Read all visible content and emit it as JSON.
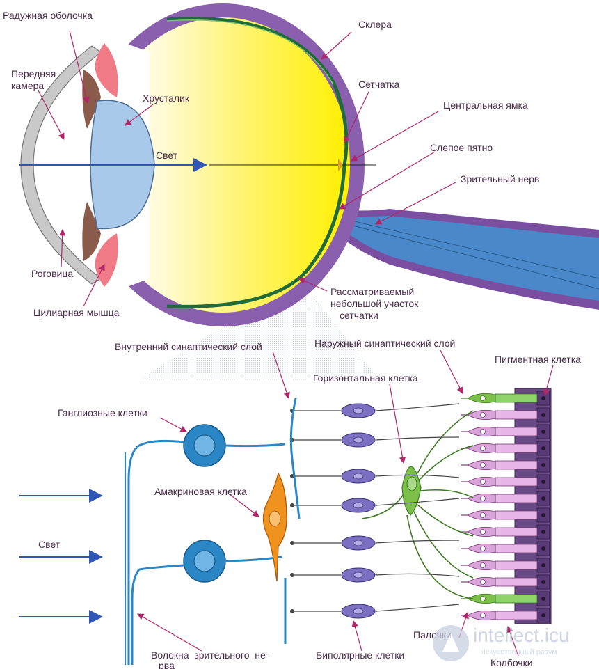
{
  "eye": {
    "iris": "Радужная оболочка",
    "anterior_chamber": [
      "Передняя",
      "камера"
    ],
    "lens": "Хрусталик",
    "light": "Свет",
    "cornea": "Роговица",
    "ciliary_muscle": "Цилиарная мышца",
    "sclera": "Склера",
    "retina": "Сетчатка",
    "fovea": "Центральная ямка",
    "blind_spot": "Слепое пятно",
    "optic_nerve": "Зрительный нерв",
    "region": [
      "Рассматриваемый",
      "небольшой участок",
      "сетчатки"
    ]
  },
  "retina": {
    "inner_layer": "Внутренний синаптический слой",
    "outer_layer": "Наружный синаптический слой",
    "pigment_cell": "Пигментная клетка",
    "horizontal_cell": "Горизонтальная клетка",
    "ganglion_cells": "Ганглиозные клетки",
    "amacrine_cell": "Амакриновая клетка",
    "light": "Свет",
    "nerve_fibers": [
      "Волокна  зрительного  не-",
      "рва"
    ],
    "bipolar_cells": "Биполярные клетки",
    "rods": "Палочки",
    "cones": "Колбочки"
  },
  "watermark": {
    "brand": "intellect.icu",
    "tagline": "Искусственный разум"
  },
  "colors": {
    "sclera": "#8a5fae",
    "vitreous": "#fff200",
    "retina": "#1f6b3a",
    "lens": "#a9c9ea",
    "neuron_blue": "#2a86c4",
    "bipolar": "#7a6fc0",
    "amacrine": "#f0921e",
    "horizontal": "#7cc04a",
    "photoreceptor": "#d8a3d8",
    "pigment": "#6a4a86",
    "arrow": "#2f56b5"
  }
}
